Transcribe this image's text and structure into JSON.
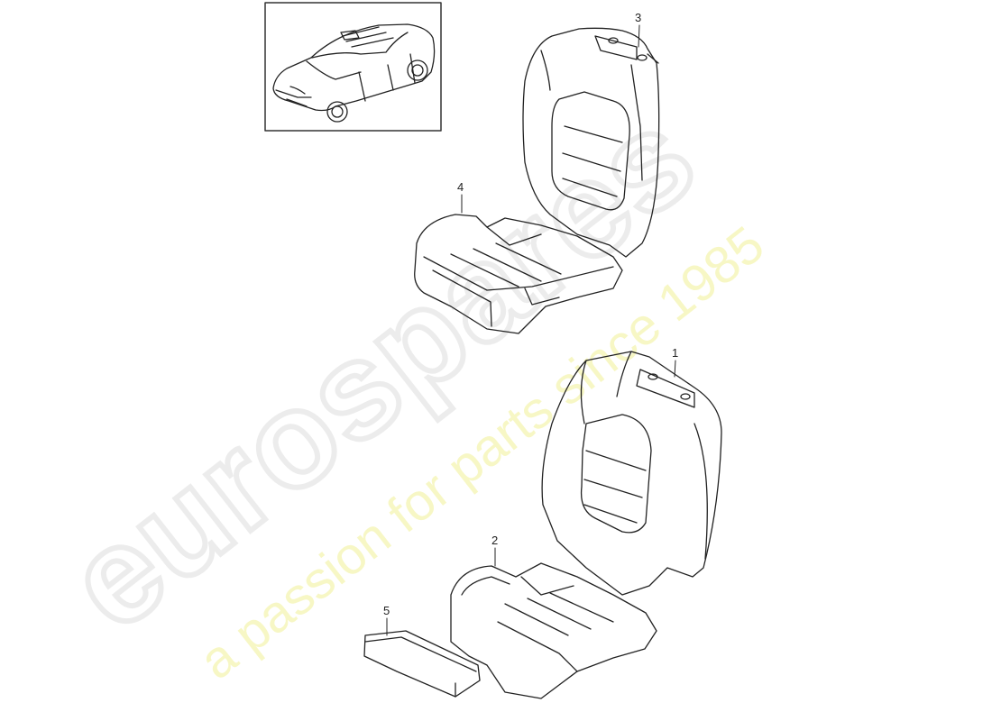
{
  "diagram": {
    "title": "Seat cover / padding parts diagram",
    "thumbnail": {
      "subject": "SUV vehicle overview"
    },
    "callouts": [
      {
        "id": "1",
        "label": "1",
        "part": "backrest cover (sport)"
      },
      {
        "id": "2",
        "label": "2",
        "part": "seat cushion cover (sport)"
      },
      {
        "id": "3",
        "label": "3",
        "part": "backrest cover"
      },
      {
        "id": "4",
        "label": "4",
        "part": "seat cushion cover"
      },
      {
        "id": "5",
        "label": "5",
        "part": "cushion pad"
      }
    ]
  },
  "watermark": {
    "brand": "eurospares",
    "tagline": "a passion for parts since 1985",
    "brand_color": "#d0d0d0",
    "tagline_color": "#f0f09a"
  }
}
